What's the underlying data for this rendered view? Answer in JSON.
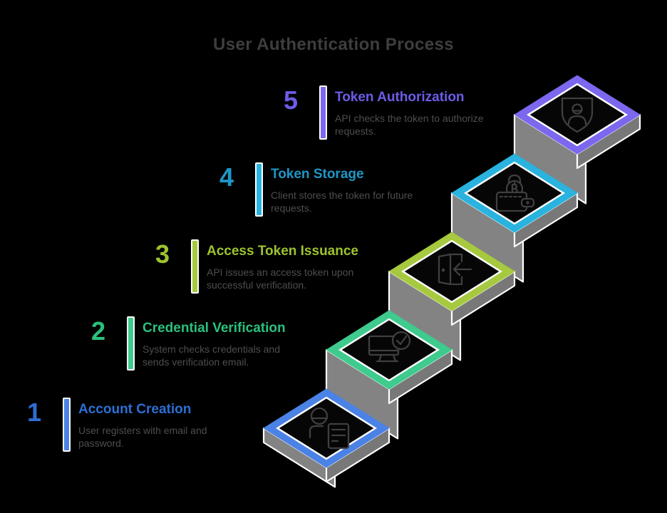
{
  "title": "User Authentication Process",
  "text_colors": {
    "heading": "#3e3e3e",
    "description": "#4e4e4e"
  },
  "diagram": {
    "wall_color": "#838383",
    "strip_color": "#787878",
    "outline_color": "#ffffff",
    "surface_color": "#060606",
    "icon_color": "#3f3f3f"
  },
  "steps": [
    {
      "number": "1",
      "title": "Account Creation",
      "description": "User registers with email and\npassword.",
      "accent": "#2c6fd4",
      "bright": "#4b82e6",
      "icon": "user-document-icon"
    },
    {
      "number": "2",
      "title": "Credential Verification",
      "description": "System checks credentials and\nsends verification email.",
      "accent": "#2bc17e",
      "bright": "#3ecb8d",
      "icon": "monitor-check-icon"
    },
    {
      "number": "3",
      "title": "Access Token Issuance",
      "description": "API issues an access token upon\nsuccessful verification.",
      "accent": "#9dc32f",
      "bright": "#a6c93f",
      "icon": "door-arrow-icon"
    },
    {
      "number": "4",
      "title": "Token Storage",
      "description": "Client stores the token for future\nrequests.",
      "accent": "#1f96c6",
      "bright": "#29b3de",
      "icon": "wallet-lock-icon"
    },
    {
      "number": "5",
      "title": "Token Authorization",
      "description": "API checks the token to authorize\nrequests.",
      "accent": "#6c5ce7",
      "bright": "#7b68ee",
      "icon": "shield-user-icon"
    }
  ]
}
